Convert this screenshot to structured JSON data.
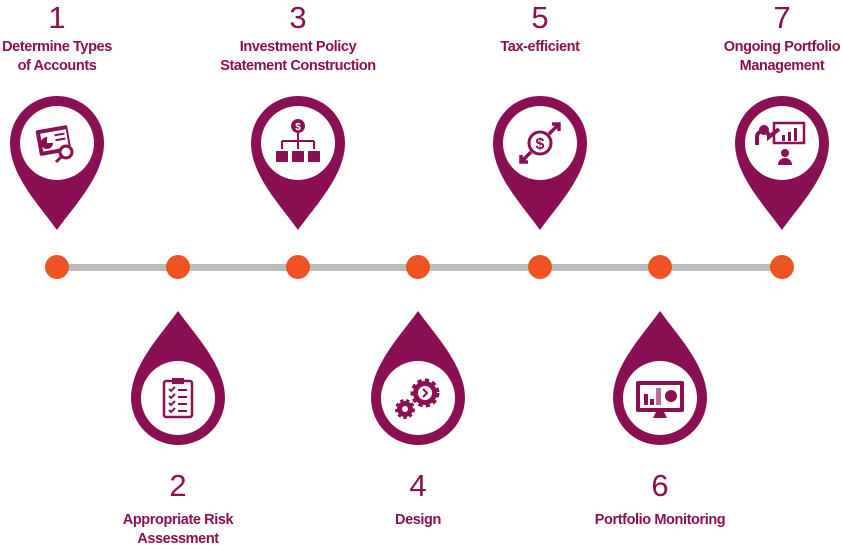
{
  "colors": {
    "primary": "#8a1053",
    "dot": "#f05323",
    "line": "#bdbdbd"
  },
  "steps": [
    {
      "number": "1",
      "label_lines": [
        "Determine Types",
        "of Accounts"
      ],
      "icon": "report-search-icon",
      "position": "top"
    },
    {
      "number": "2",
      "label_lines": [
        "Appropriate Risk",
        "Assessment"
      ],
      "icon": "clipboard-checklist-icon",
      "position": "bottom"
    },
    {
      "number": "3",
      "label_lines": [
        "Investment Policy",
        "Statement Construction"
      ],
      "icon": "dollar-hierarchy-icon",
      "position": "top"
    },
    {
      "number": "4",
      "label_lines": [
        "Design",
        ""
      ],
      "icon": "gears-icon",
      "position": "bottom"
    },
    {
      "number": "5",
      "label_lines": [
        "Tax-efficient",
        ""
      ],
      "icon": "dollar-arrows-icon",
      "position": "top"
    },
    {
      "number": "6",
      "label_lines": [
        "Portfolio Monitoring",
        ""
      ],
      "icon": "monitor-chart-icon",
      "position": "bottom"
    },
    {
      "number": "7",
      "label_lines": [
        "Ongoing Portfolio",
        "Management"
      ],
      "icon": "presenter-chart-icon",
      "position": "top"
    }
  ]
}
